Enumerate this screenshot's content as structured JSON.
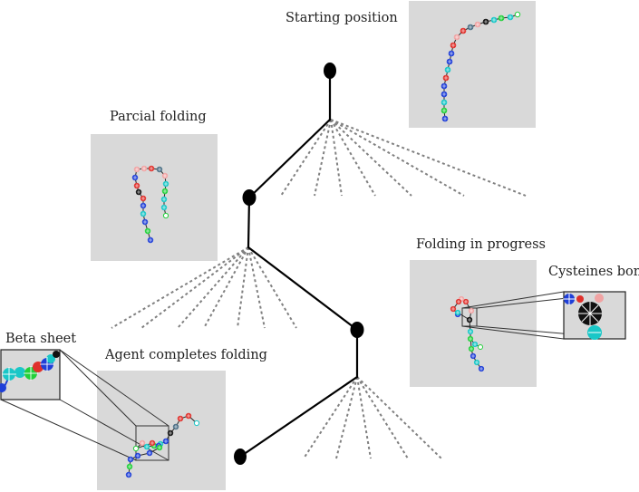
{
  "labels": {
    "starting_position": "Starting position",
    "parcial_folding": "Parcial folding",
    "folding_in_progress": "Folding in progress",
    "cysteines_bond": "Cysteines bond",
    "beta_sheet": "Beta sheet",
    "agent_completes_folding": "Agent completes folding"
  },
  "colors": {
    "panel_background": "#d9d9d9",
    "tree_edge": "#000000",
    "tree_node": "#000000",
    "dashed_branch": "#808080",
    "residue_blue": "#1f3fd8",
    "residue_cyan": "#19c7c7",
    "residue_green": "#22d03a",
    "residue_red": "#e0302b",
    "residue_pink": "#f0a3a3",
    "residue_black": "#111111",
    "residue_slate": "#4b6f86"
  }
}
